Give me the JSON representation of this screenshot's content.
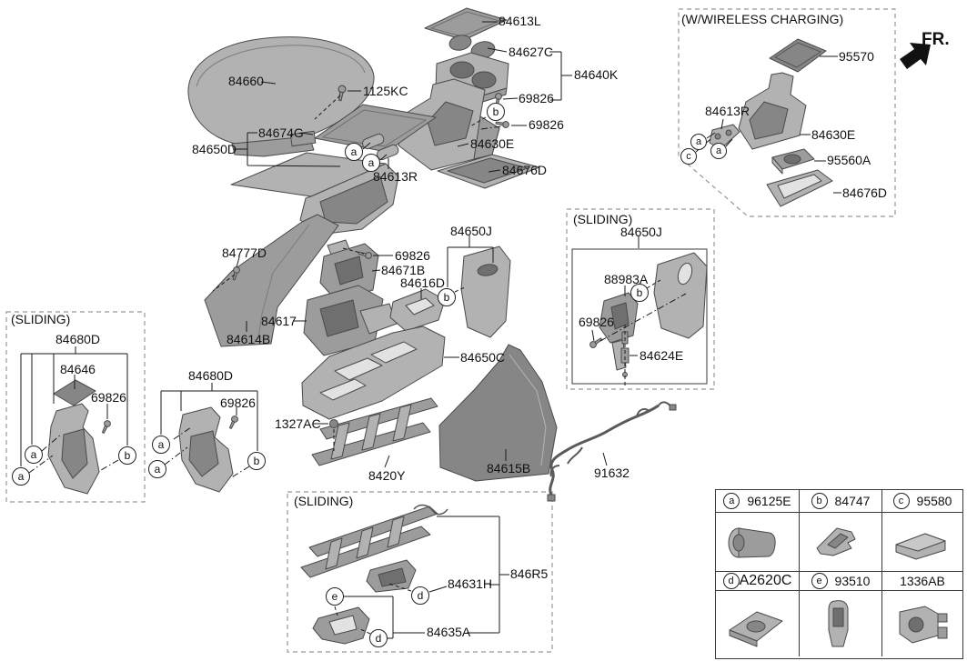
{
  "fr_arrow": {
    "label": "FR."
  },
  "colors": {
    "line": "#1a1a1a",
    "part_light": "#c8c8c8",
    "part_mid": "#9c9c9c",
    "part_dark": "#6f6f6f",
    "dashed_border": "#979797"
  },
  "main": {
    "labels": {
      "p84613L": "84613L",
      "p84627C": "84627C",
      "p84640K": "84640K",
      "p69826_cup": "69826",
      "p84660": "84660",
      "p1125KC": "1125KC",
      "p69826_console": "69826",
      "p84630E": "84630E",
      "p84674G": "84674G",
      "p84650D": "84650D",
      "p84613R": "84613R",
      "p84676D": "84676D",
      "p84777D": "84777D",
      "p69826_bracket": "69826",
      "p84671B": "84671B",
      "p84650J": "84650J",
      "p84616D": "84616D",
      "p84617": "84617",
      "p84614B": "84614B",
      "p84650C": "84650C",
      "p1327AC": "1327AC",
      "p8420Y": "8420Y",
      "p84615B": "84615B",
      "p91632": "91632"
    },
    "callouts": {
      "b_console": "b",
      "a_bracket1": "a",
      "a_bracket2": "a",
      "b_panel": "b"
    }
  },
  "wireless": {
    "title": "(W/WIRELESS CHARGING)",
    "labels": {
      "p95570": "95570",
      "p84613R": "84613R",
      "p84630E": "84630E",
      "p95560A": "95560A",
      "p84676D": "84676D"
    },
    "callouts": {
      "a1": "a",
      "a2": "a",
      "c1": "c"
    }
  },
  "sliding_left": {
    "title": "(SLIDING)",
    "labels": {
      "p84680D": "84680D",
      "p84646": "84646",
      "p69826": "69826"
    },
    "callouts": {
      "a1": "a",
      "a2": "a",
      "b1": "b"
    }
  },
  "console_rear_cover": {
    "labels": {
      "p84680D": "84680D",
      "p69826": "69826"
    },
    "callouts": {
      "a1": "a",
      "a2": "a",
      "b1": "b"
    }
  },
  "sliding_right": {
    "title": "(SLIDING)",
    "labels": {
      "p84650J": "84650J",
      "p88983A": "88983A",
      "p69826": "69826",
      "p84624E": "84624E"
    },
    "callouts": {
      "b1": "b"
    }
  },
  "sliding_bottom": {
    "title": "(SLIDING)",
    "labels": {
      "p846R5": "846R5",
      "p84631H": "84631H",
      "p84635A": "84635A"
    },
    "callouts": {
      "d1": "d",
      "e1": "e",
      "d2": "d"
    }
  },
  "legend": {
    "cells": [
      {
        "key": "a",
        "part": "96125E"
      },
      {
        "key": "b",
        "part": "84747"
      },
      {
        "key": "c",
        "part": "95580"
      },
      {
        "key": "d",
        "part": "A2620C"
      },
      {
        "key": "e",
        "part": "93510"
      },
      {
        "key": "",
        "part": "1336AB"
      }
    ]
  }
}
